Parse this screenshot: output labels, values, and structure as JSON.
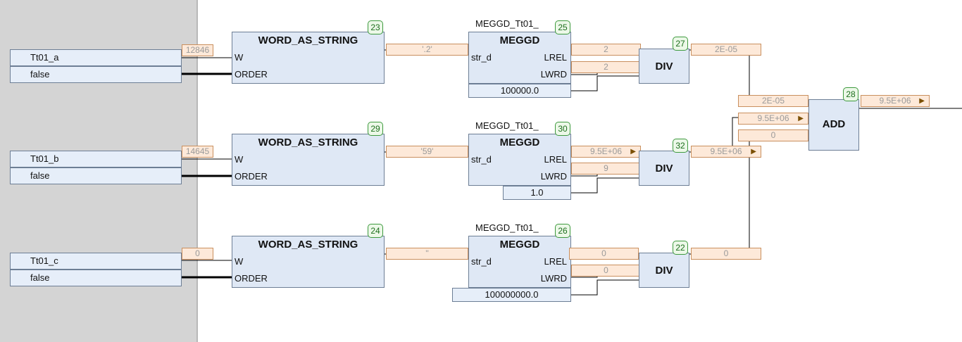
{
  "variables": [
    {
      "name": "Tt01_a",
      "order": "false"
    },
    {
      "name": "Tt01_b",
      "order": "false"
    },
    {
      "name": "Tt01_c",
      "order": "false"
    }
  ],
  "word_inputs": [
    "12846",
    "14645",
    "0"
  ],
  "was_blocks": [
    {
      "number": "23",
      "title": "WORD_AS_STRING",
      "pin_w": "W",
      "pin_order": "ORDER",
      "output": "'.2'"
    },
    {
      "number": "29",
      "title": "WORD_AS_STRING",
      "pin_w": "W",
      "pin_order": "ORDER",
      "output": "'59'"
    },
    {
      "number": "24",
      "title": "WORD_AS_STRING",
      "pin_w": "W",
      "pin_order": "ORDER",
      "output": "''"
    }
  ],
  "meggd_blocks": [
    {
      "number": "25",
      "instance": "MEGGD_Tt01_",
      "title": "MEGGD",
      "pin_in": "str_d",
      "pin_lrel": "LREL",
      "pin_lwrd": "LWRD",
      "const": "100000.0",
      "lrel_value": "2",
      "lwrd_value": "2"
    },
    {
      "number": "30",
      "instance": "MEGGD_Tt01_",
      "title": "MEGGD",
      "pin_in": "str_d",
      "pin_lrel": "LREL",
      "pin_lwrd": "LWRD",
      "const": "1.0",
      "lrel_value": "9.5E+06",
      "lwrd_value": "9"
    },
    {
      "number": "26",
      "instance": "MEGGD_Tt01_",
      "title": "MEGGD",
      "pin_in": "str_d",
      "pin_lrel": "LREL",
      "pin_lwrd": "LWRD",
      "const": "100000000.0",
      "lrel_value": "0",
      "lwrd_value": "0"
    }
  ],
  "div_blocks": [
    {
      "number": "27",
      "title": "DIV",
      "output": "2E-05"
    },
    {
      "number": "32",
      "title": "DIV",
      "output": "9.5E+06"
    },
    {
      "number": "22",
      "title": "DIV",
      "output": "0"
    }
  ],
  "add_block": {
    "number": "28",
    "title": "ADD",
    "inputs": [
      "2E-05",
      "9.5E+06",
      "0"
    ],
    "output": "9.5E+06"
  }
}
